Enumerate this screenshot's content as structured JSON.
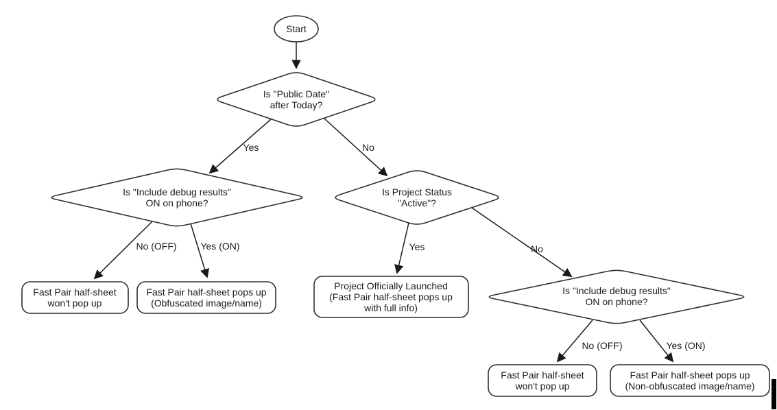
{
  "diagram": {
    "type": "flowchart",
    "colors": {
      "background": "#ffffff",
      "shape_outline": "#2e2e2e",
      "edge_line": "#1a1a1a",
      "text": "#1a1a1a",
      "cursor_bar": "#000000"
    },
    "nodes": {
      "start": {
        "label": "Start",
        "shape": "ellipse"
      },
      "decision_public_date": {
        "label": "Is \"Public Date\"\nafter Today?",
        "shape": "diamond"
      },
      "decision_debug_left": {
        "label": "Is \"Include debug results\"\nON on phone?",
        "shape": "diamond"
      },
      "decision_project_status": {
        "label": "Is Project Status\n\"Active\"?",
        "shape": "diamond"
      },
      "decision_debug_right": {
        "label": "Is \"Include debug results\"\nON on phone?",
        "shape": "diamond"
      },
      "leaf_no_popup_left": {
        "label": "Fast Pair half-sheet\nwon't pop up",
        "shape": "rounded-rect"
      },
      "leaf_obfuscated": {
        "label": "Fast Pair half-sheet pops up\n(Obfuscated image/name)",
        "shape": "rounded-rect"
      },
      "leaf_launched": {
        "label": "Project Officially Launched\n(Fast Pair half-sheet pops up\nwith full info)",
        "shape": "rounded-rect"
      },
      "leaf_no_popup_right": {
        "label": "Fast Pair half-sheet\nwon't pop up",
        "shape": "rounded-rect"
      },
      "leaf_non_obfuscated": {
        "label": "Fast Pair half-sheet pops up\n(Non-obfuscated image/name)",
        "shape": "rounded-rect"
      }
    },
    "edges": {
      "public_date_yes": "Yes",
      "public_date_no": "No",
      "debug_left_no": "No (OFF)",
      "debug_left_yes": "Yes (ON)",
      "project_status_yes": "Yes",
      "project_status_no": "No",
      "debug_right_no": "No (OFF)",
      "debug_right_yes": "Yes (ON)"
    }
  }
}
